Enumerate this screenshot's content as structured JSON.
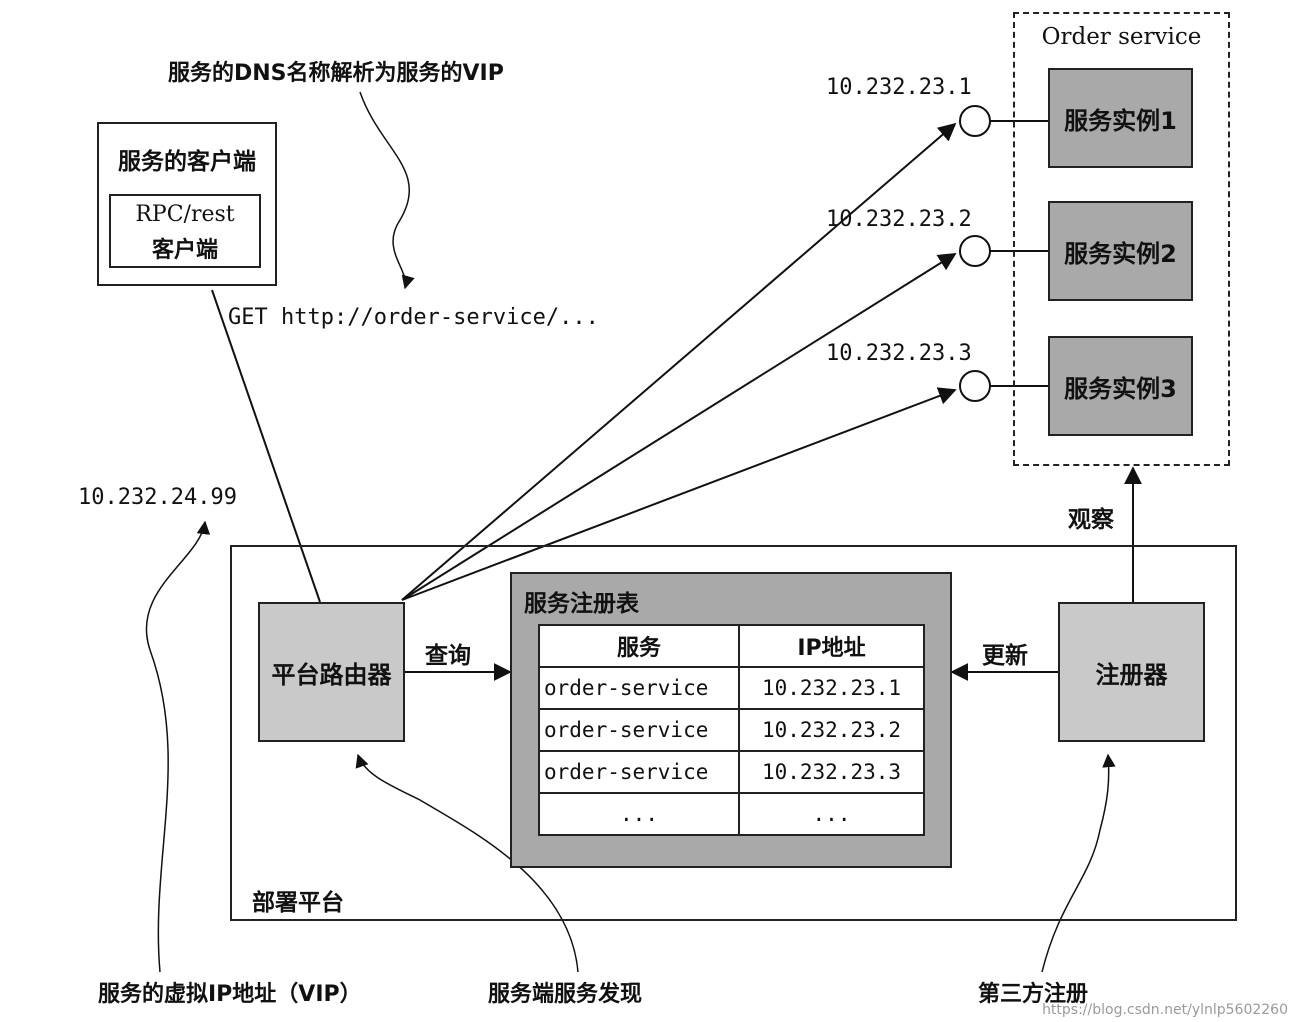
{
  "annotations": {
    "dns_note": "服务的DNS名称解析为服务的VIP",
    "vip_note": "服务的虚拟IP地址（VIP）",
    "server_discovery": "服务端服务发现",
    "third_party_reg": "第三方注册"
  },
  "client": {
    "title": "服务的客户端",
    "inner_line1": "RPC/rest",
    "inner_line2": "客户端"
  },
  "request": "GET http://order-service/...",
  "vip_address": "10.232.24.99",
  "platform": {
    "label": "部署平台",
    "router": "平台路由器",
    "query_label": "查询",
    "update_label": "更新",
    "registrar": "注册器",
    "observe_label": "观察"
  },
  "registry": {
    "title": "服务注册表",
    "headers": [
      "服务",
      "IP地址"
    ],
    "rows": [
      [
        "order-service",
        "10.232.23.1"
      ],
      [
        "order-service",
        "10.232.23.2"
      ],
      [
        "order-service",
        "10.232.23.3"
      ],
      [
        "...",
        "..."
      ]
    ]
  },
  "order_service": {
    "title": "Order service",
    "instances": [
      {
        "ip": "10.232.23.1",
        "label": "服务实例1"
      },
      {
        "ip": "10.232.23.2",
        "label": "服务实例2"
      },
      {
        "ip": "10.232.23.3",
        "label": "服务实例3"
      }
    ]
  },
  "watermark": "https://blog.csdn.net/ylnlp5602260"
}
